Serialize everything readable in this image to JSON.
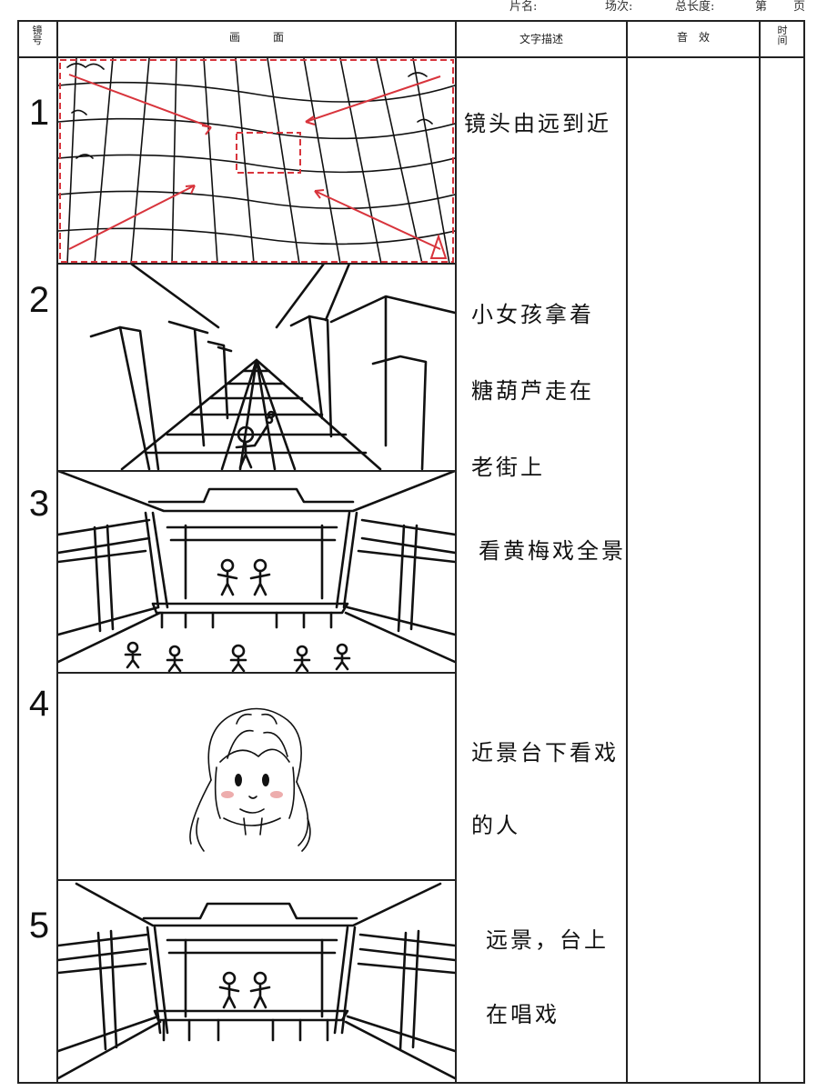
{
  "sheet_meta": {
    "film_name_label": "片名:",
    "scene_label": "场次:",
    "total_length_label": "总长度:",
    "page_label_start": "第",
    "page_label_end": "页"
  },
  "header": {
    "shot_no": "镜号",
    "picture": "画　　　面",
    "text_description": "文字描述",
    "sound_effect": "音　效",
    "time": "时间"
  },
  "shots": [
    {
      "number": "1",
      "description_lines": [
        "镜头由远到近"
      ]
    },
    {
      "number": "2",
      "description_lines": [
        "小女孩拿着",
        "糖葫芦走在",
        "老街上"
      ]
    },
    {
      "number": "3",
      "description_lines": [
        "看黄梅戏全景"
      ]
    },
    {
      "number": "4",
      "description_lines": [
        "近景台下看戏",
        "的人"
      ]
    },
    {
      "number": "5",
      "description_lines": [
        "远景，台上",
        "在唱戏"
      ]
    }
  ],
  "colors": {
    "ink": "#111111",
    "annotation_red": "#d8343c",
    "blush": "#e58a8a"
  }
}
